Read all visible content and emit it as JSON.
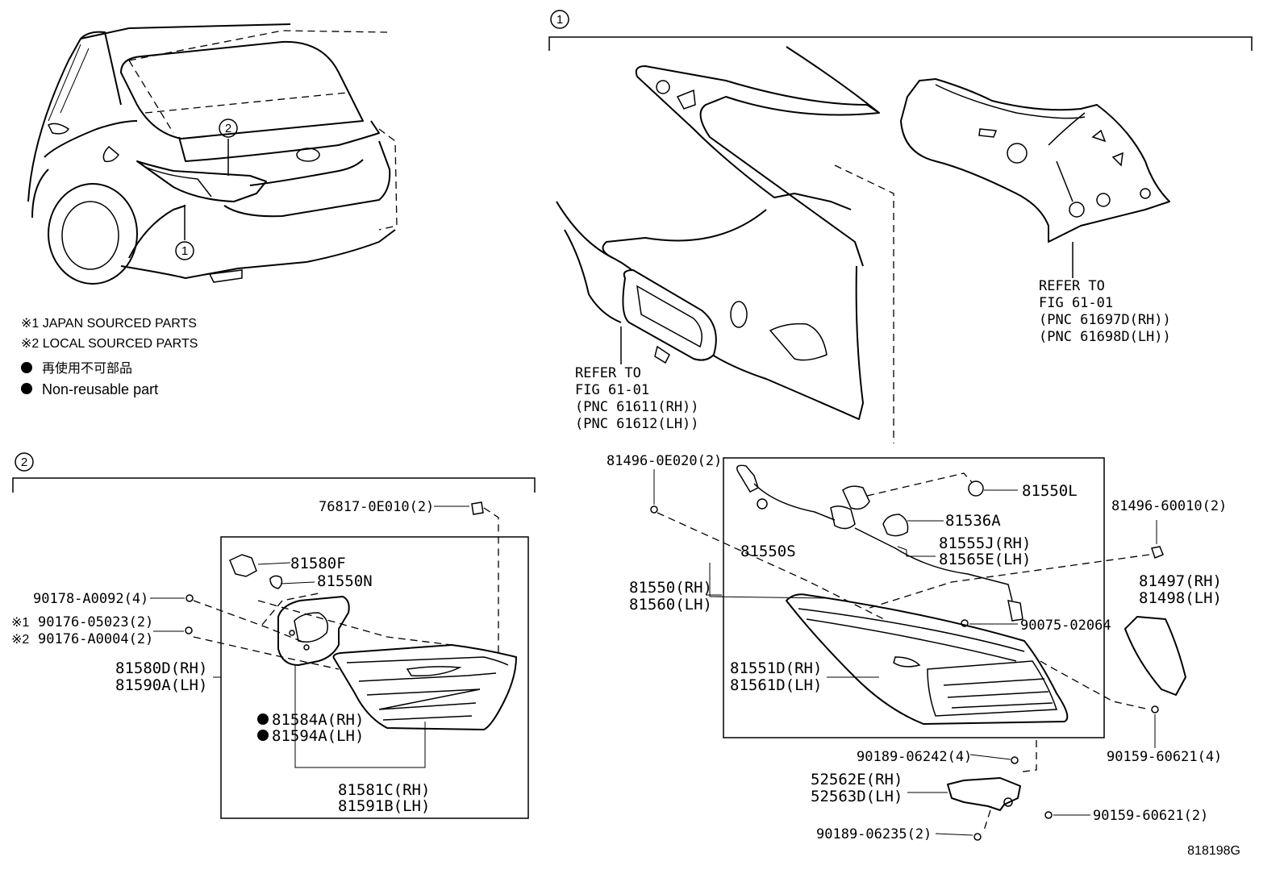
{
  "legend": {
    "note1": "※1 JAPAN SOURCED PARTS",
    "note2": "※2 LOCAL SOURCED PARTS",
    "non_reusable_ja": "再使用不可部品",
    "non_reusable_en": "Non-reusable part"
  },
  "callouts": {
    "one": "1",
    "two": "2"
  },
  "section2": {
    "p_76817": "76817-0E010(2)",
    "p_81580F": "81580F",
    "p_81550N": "81550N",
    "p_90178": "90178-A0092(4)",
    "p_90176_a_mark": "※1",
    "p_90176_a": "90176-05023(2)",
    "p_90176_b_mark": "※2",
    "p_90176_b": "90176-A0004(2)",
    "p_81580D": "81580D(RH)",
    "p_81590A": "81590A(LH)",
    "p_81584A": "81584A(RH)",
    "p_81594A": "81594A(LH)",
    "p_81581C": "81581C(RH)",
    "p_81591B": "81591B(LH)"
  },
  "section1": {
    "refer_a_1": "REFER TO",
    "refer_a_2": "FIG 61-01",
    "refer_a_3": "(PNC 61611(RH))",
    "refer_a_4": "(PNC 61612(LH))",
    "refer_b_1": "REFER TO",
    "refer_b_2": "FIG 61-01",
    "refer_b_3": "(PNC 61697D(RH))",
    "refer_b_4": "(PNC 61698D(LH))",
    "p_81496_0E020": "81496-0E020(2)",
    "p_81550L": "81550L",
    "p_81536A": "81536A",
    "p_81550S": "81550S",
    "p_81555J": "81555J(RH)",
    "p_81565E": "81565E(LH)",
    "p_81496_60010": "81496-60010(2)",
    "p_81550": "81550(RH)",
    "p_81560": "81560(LH)",
    "p_81497": "81497(RH)",
    "p_81498": "81498(LH)",
    "p_90075": "90075-02064",
    "p_81551D": "81551D(RH)",
    "p_81561D": "81561D(LH)",
    "p_90189_06242": "90189-06242(4)",
    "p_90159_4": "90159-60621(4)",
    "p_52562E": "52562E(RH)",
    "p_52563D": "52563D(LH)",
    "p_90159_2": "90159-60621(2)",
    "p_90189_06235": "90189-06235(2)"
  },
  "figure_id": "818198G"
}
